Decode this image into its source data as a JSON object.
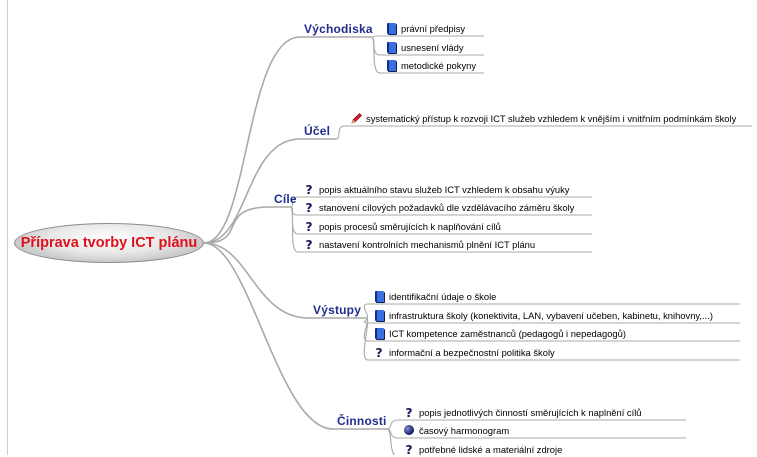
{
  "mindmap": {
    "root": "Příprava tvorby ICT plánu",
    "branches": [
      {
        "label": "Východiska",
        "items": [
          {
            "icon": "book-icon",
            "text": "právní předpisy"
          },
          {
            "icon": "book-icon",
            "text": "usnesení vlády"
          },
          {
            "icon": "book-icon",
            "text": "metodické pokyny"
          }
        ]
      },
      {
        "label": "Účel",
        "items": [
          {
            "icon": "pencil-icon",
            "text": "systematický přístup k rozvoji ICT služeb vzhledem k vnějším i vnitřním podmínkám školy"
          }
        ]
      },
      {
        "label": "Cíle",
        "items": [
          {
            "icon": "question-icon",
            "text": "popis aktuálního stavu služeb ICT vzhledem k obsahu výuky"
          },
          {
            "icon": "question-icon",
            "text": "stanovení cílových požadavků dle vzdělávacího záměru školy"
          },
          {
            "icon": "question-icon",
            "text": "popis procesů směrujících k naplňování cílů"
          },
          {
            "icon": "question-icon",
            "text": "nastavení kontrolních mechanismů plnění ICT plánu"
          }
        ]
      },
      {
        "label": "Výstupy",
        "items": [
          {
            "icon": "book-icon",
            "text": "identifikační údaje o škole"
          },
          {
            "icon": "book-icon",
            "text": "infrastruktura školy (konektivita, LAN, vybavení učeben, kabinetu, knihovny,...)"
          },
          {
            "icon": "book-icon",
            "text": "ICT kompetence zaměstnanců (pedagogů i nepedagogů)"
          },
          {
            "icon": "question-icon",
            "text": "informační a bezpečnostní politika školy"
          }
        ]
      },
      {
        "label": "Činnosti",
        "items": [
          {
            "icon": "question-icon",
            "text": "popis jednotlivých činností směrujících k naplnění cílů"
          },
          {
            "icon": "ball-icon",
            "text": "časový harmonogram"
          },
          {
            "icon": "question-icon",
            "text": "potřebné lidské a materiální zdroje"
          }
        ]
      }
    ]
  }
}
